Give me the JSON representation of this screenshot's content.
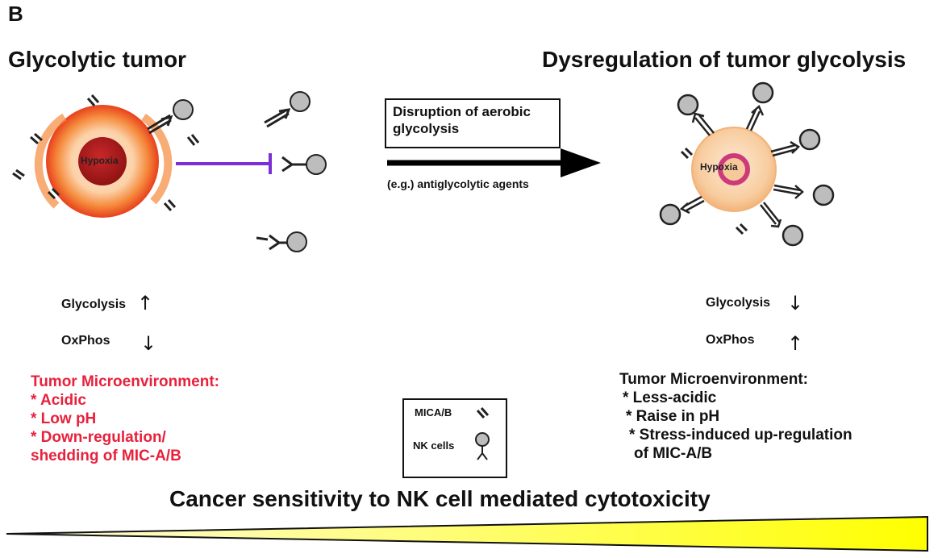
{
  "panel_label": "B",
  "left": {
    "title": "Glycolytic tumor",
    "hypoxia_label": "Hypoxia",
    "glycolysis_label": "Glycolysis",
    "oxphos_label": "OxPhos",
    "glycolysis_direction": "up",
    "oxphos_direction": "down",
    "environment_lines": [
      "Tumor Microenvironment:",
      "* Acidic",
      "* Low pH",
      "* Down-regulation/",
      "shedding of MIC-A/B"
    ],
    "text_color": "#e8213c"
  },
  "center": {
    "box_lines": [
      "Disruption of aerobic",
      "glycolysis"
    ],
    "example_label": "(e.g.) antiglycolytic agents",
    "inhibition_color": "#7b2fd6"
  },
  "right": {
    "title": "Dysregulation of tumor glycolysis",
    "hypoxia_label": "Hypoxia",
    "glycolysis_label": "Glycolysis",
    "oxphos_label": "OxPhos",
    "glycolysis_direction": "down",
    "oxphos_direction": "up",
    "environment_lines": [
      "Tumor Microenvironment:",
      "* Less-acidic",
      "* Raise in pH",
      "* Stress-induced up-regulation",
      "of MIC-A/B"
    ]
  },
  "legend": {
    "mica_label": "MICA/B",
    "nk_label": "NK cells"
  },
  "bottom": {
    "title": "Cancer sensitivity to NK cell mediated cytotoxicity",
    "wedge_color": "#ffff00"
  },
  "colors": {
    "tumor_outer": "#e8401c",
    "tumor_inner": "#fbe3c4",
    "hypoxia_core": "#b31b1b",
    "nk_cell_fill": "#bdbdbd",
    "right_tumor": "#f7c99a"
  }
}
